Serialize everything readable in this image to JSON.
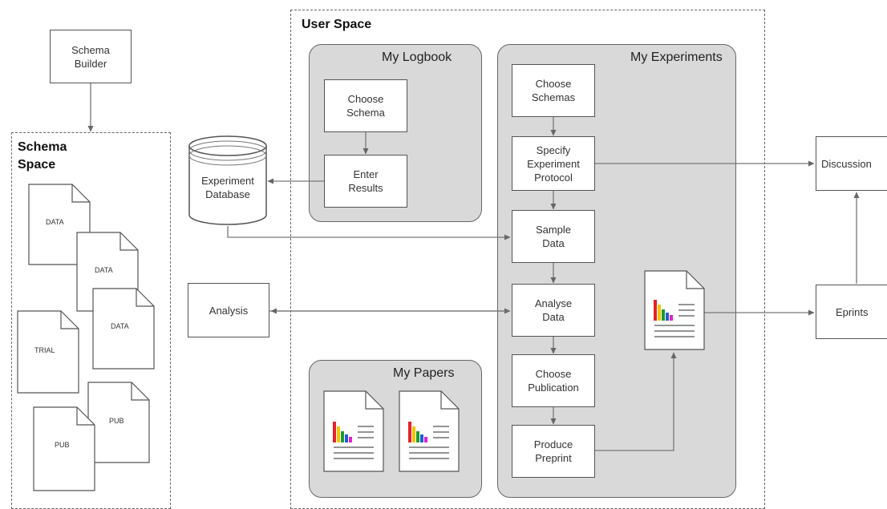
{
  "regions": {
    "schema_space": "Schema\nSpace",
    "user_space": "User Space"
  },
  "panels": {
    "logbook": "My Logbook",
    "experiments": "My Experiments",
    "papers": "My Papers"
  },
  "boxes": {
    "schema_builder": "Schema\nBuilder",
    "experiment_database": "Experiment\nDatabase",
    "analysis": "Analysis",
    "choose_schema": "Choose\nSchema",
    "enter_results": "Enter\nResults",
    "choose_schemas": "Choose\nSchemas",
    "specify_protocol": "Specify\nExperiment\nProtocol",
    "sample_data": "Sample\nData",
    "analyse_data": "Analyse\nData",
    "choose_publication": "Choose\nPublication",
    "produce_preprint": "Produce\nPreprint",
    "discussion": "Discussion",
    "eprints": "Eprints"
  },
  "documents": {
    "data1": "DATA",
    "data2": "DATA",
    "data3": "DATA",
    "trial": "TRIAL",
    "pub1": "PUB",
    "pub2": "PUB"
  },
  "colors": {
    "panel_fill": "#d9d9d9",
    "bar_colors": [
      "#e8202a",
      "#f5c400",
      "#1f9a2e",
      "#1f5fd0",
      "#e020d0"
    ]
  }
}
